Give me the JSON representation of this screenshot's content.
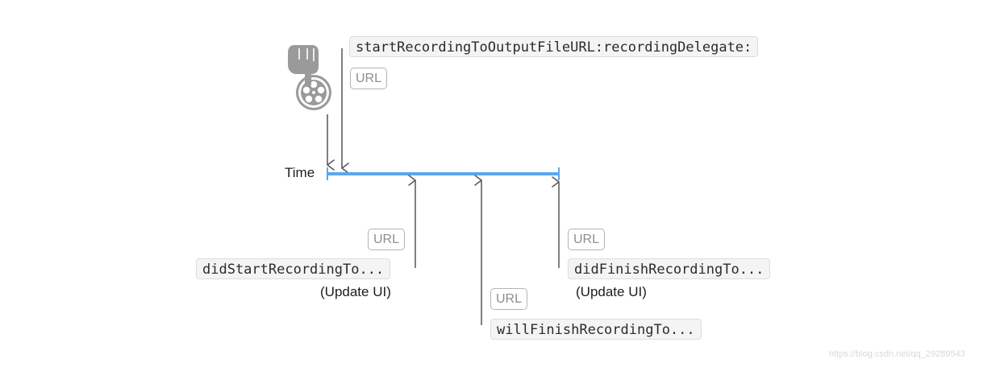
{
  "timeline": {
    "label": "Time",
    "color": "#5aa6f0"
  },
  "start_call": {
    "method": "startRecordingToOutputFileURL:recordingDelegate:",
    "tag": "URL"
  },
  "did_start": {
    "method": "didStartRecordingTo...",
    "tag": "URL",
    "note": "(Update UI)"
  },
  "will_finish": {
    "method": "willFinishRecordingTo...",
    "tag": "URL"
  },
  "did_finish": {
    "method": "didFinishRecordingTo...",
    "tag": "URL",
    "note": "(Update UI)"
  },
  "icons": {
    "user_action": "hand-tap-film-reel-icon"
  },
  "watermark": "https://blog.csdn.net/qq_29289543"
}
